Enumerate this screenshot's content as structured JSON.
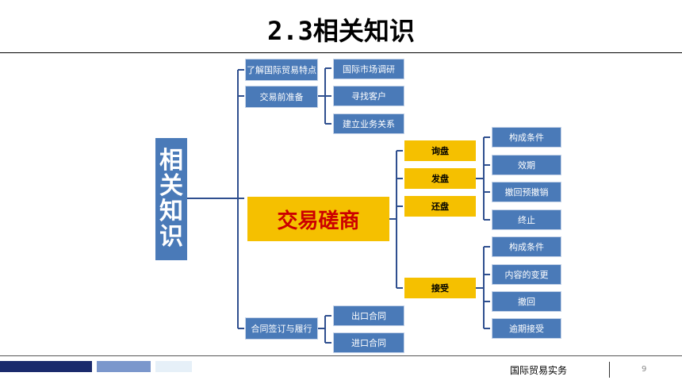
{
  "slide": {
    "title": "2.3相关知识",
    "root": [
      "相",
      "关",
      "知",
      "识"
    ],
    "center": "交易磋商",
    "branches": {
      "b1": "了解国际贸易特点",
      "b2": "交易前准备",
      "b3": "合同签订与履行"
    },
    "prep_children": [
      "国际市场调研",
      "寻找客户",
      "建立业务关系"
    ],
    "negotiation_steps": [
      "询盘",
      "发盘",
      "还盘",
      "接受"
    ],
    "offer_details": [
      "构成条件",
      "效期",
      "撤回预撤销",
      "终止"
    ],
    "accept_details": [
      "构成条件",
      "内容的变更",
      "撤回",
      "逾期接受"
    ],
    "contract_children": [
      "出口合同",
      "进口合同"
    ]
  },
  "footer": {
    "course": "国际贸易实务",
    "page": "9",
    "bar_colors": [
      "#1a2a6c",
      "#7b97cc",
      "#e6f0f8"
    ]
  }
}
